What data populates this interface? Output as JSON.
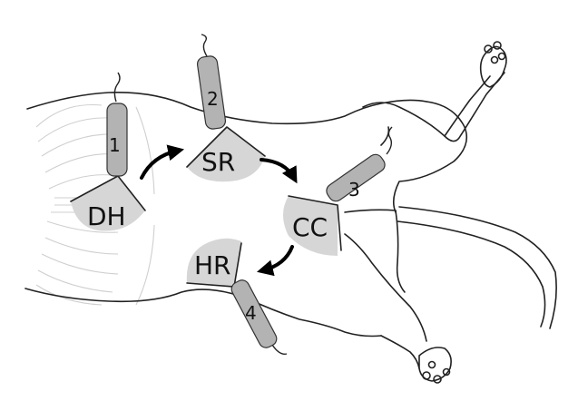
{
  "colors": {
    "probe_fill": "#b3b3b3",
    "fan_fill": "#d6d6d6",
    "outline": "#222222",
    "ribs": "#cfcfcf",
    "arrow": "#000000"
  },
  "views": [
    {
      "id": "dh",
      "label": "DH",
      "number": "1"
    },
    {
      "id": "sr",
      "label": "SR",
      "number": "2"
    },
    {
      "id": "cc",
      "label": "CC",
      "number": "3"
    },
    {
      "id": "hr",
      "label": "HR",
      "number": "4"
    }
  ],
  "sequence": [
    "DH",
    "SR",
    "CC",
    "HR"
  ]
}
